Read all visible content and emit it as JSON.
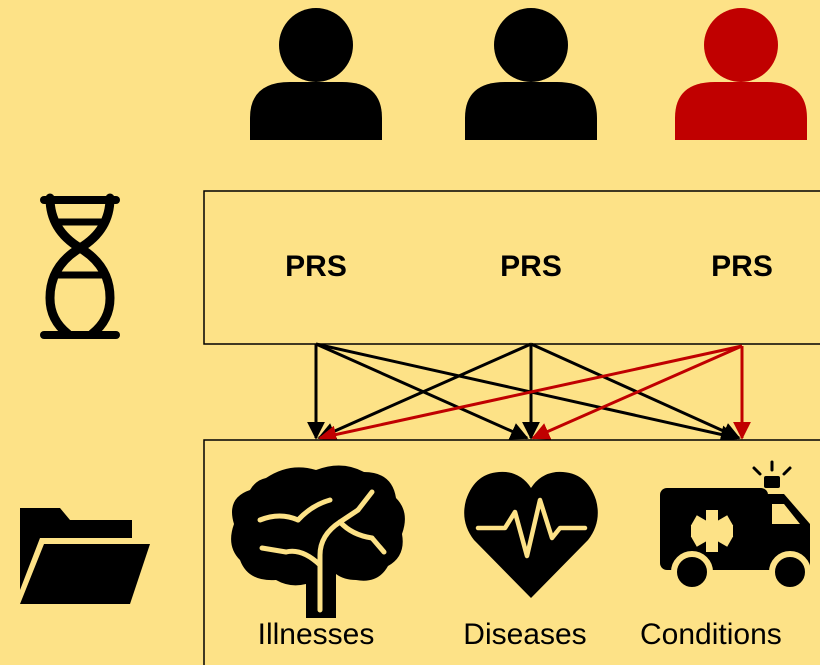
{
  "colors": {
    "background": "#fde287",
    "person_default": "#000000",
    "person_highlight": "#c00000",
    "arrow_default": "#000000",
    "arrow_highlight": "#c00000"
  },
  "people": [
    {
      "icon": "person-icon",
      "highlighted": false
    },
    {
      "icon": "person-icon",
      "highlighted": false
    },
    {
      "icon": "person-icon",
      "highlighted": true
    }
  ],
  "side_icons": {
    "genetics": "dna-icon",
    "records": "folder-icon"
  },
  "prs": {
    "labels": [
      "PRS",
      "PRS",
      "PRS"
    ]
  },
  "outcomes": [
    {
      "label": "Illnesses",
      "icon": "brain-icon"
    },
    {
      "label": "Diseases",
      "icon": "heart-pulse-icon"
    },
    {
      "label": "Conditions",
      "icon": "ambulance-icon"
    }
  ]
}
